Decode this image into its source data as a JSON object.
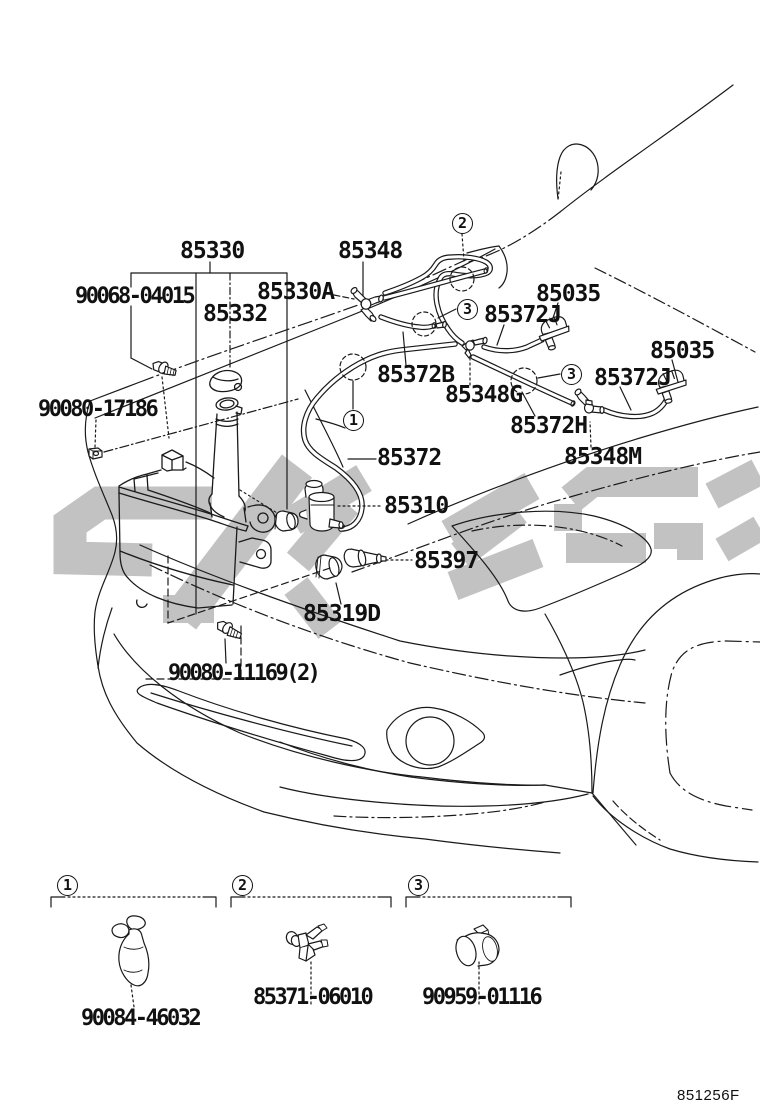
{
  "diagram": {
    "doc_number": "851256F",
    "line_color": "#1a1a1a",
    "watermark_color": "#c6c6c6",
    "callouts": [
      {
        "text": "85330"
      },
      {
        "text": "90068-04015"
      },
      {
        "text": "85330A"
      },
      {
        "text": "85332"
      },
      {
        "text": "85348"
      },
      {
        "text": "85035"
      },
      {
        "text": "85372J"
      },
      {
        "text": "85372B"
      },
      {
        "text": "85348G"
      },
      {
        "text": "85035"
      },
      {
        "text": "85372J"
      },
      {
        "text": "85372H"
      },
      {
        "text": "85348M"
      },
      {
        "text": "85372"
      },
      {
        "text": "85310"
      },
      {
        "text": "90080-17186"
      },
      {
        "text": "85397"
      },
      {
        "text": "85319D"
      },
      {
        "text": "90080-11169(2)"
      }
    ],
    "balloons": [
      {
        "n": "2"
      },
      {
        "n": "3"
      },
      {
        "n": "3"
      },
      {
        "n": "1"
      }
    ],
    "legend": [
      {
        "balloon": "1",
        "part": "90084-46032"
      },
      {
        "balloon": "2",
        "part": "85371-06010"
      },
      {
        "balloon": "3",
        "part": "90959-01116"
      }
    ]
  }
}
